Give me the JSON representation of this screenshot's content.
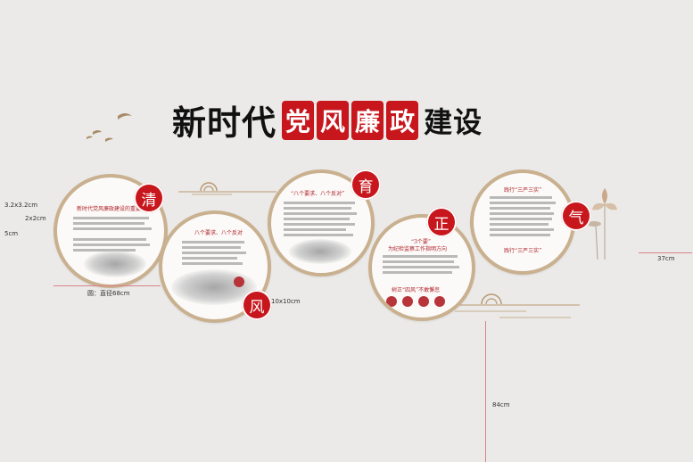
{
  "header": {
    "title_black": "新时代",
    "title_red": [
      "党",
      "风",
      "廉",
      "政"
    ],
    "title_black2": "建设"
  },
  "badges": {
    "qing": "清",
    "feng": "风",
    "yu": "育",
    "zheng": "正",
    "qi": "气"
  },
  "dimensions": {
    "size_3_2": "3.2x3.2cm",
    "size_2": "2x2cm",
    "size_5": "5cm",
    "diameter": "圆：直径68cm",
    "size_10": "10x10cm",
    "size_37": "37cm",
    "size_84": "84cm"
  },
  "circle1": {
    "heading": "新时代党风廉政建设的重要性"
  },
  "circle2": {
    "heading": "八个要求、八个反对"
  },
  "circle3": {
    "heading": "“八个要求、八个反对”"
  },
  "circle4": {
    "heading": "“3个要”",
    "subheading": "为纪检监察工作指明方向",
    "footer": "树正“四风”不敢懈怠"
  },
  "circle5": {
    "heading": "践行“三严三实”",
    "footer": "践行“三严三实”"
  },
  "colors": {
    "accent": "#c8161d",
    "ring": "#c9b08f",
    "background": "#ebeae8"
  }
}
